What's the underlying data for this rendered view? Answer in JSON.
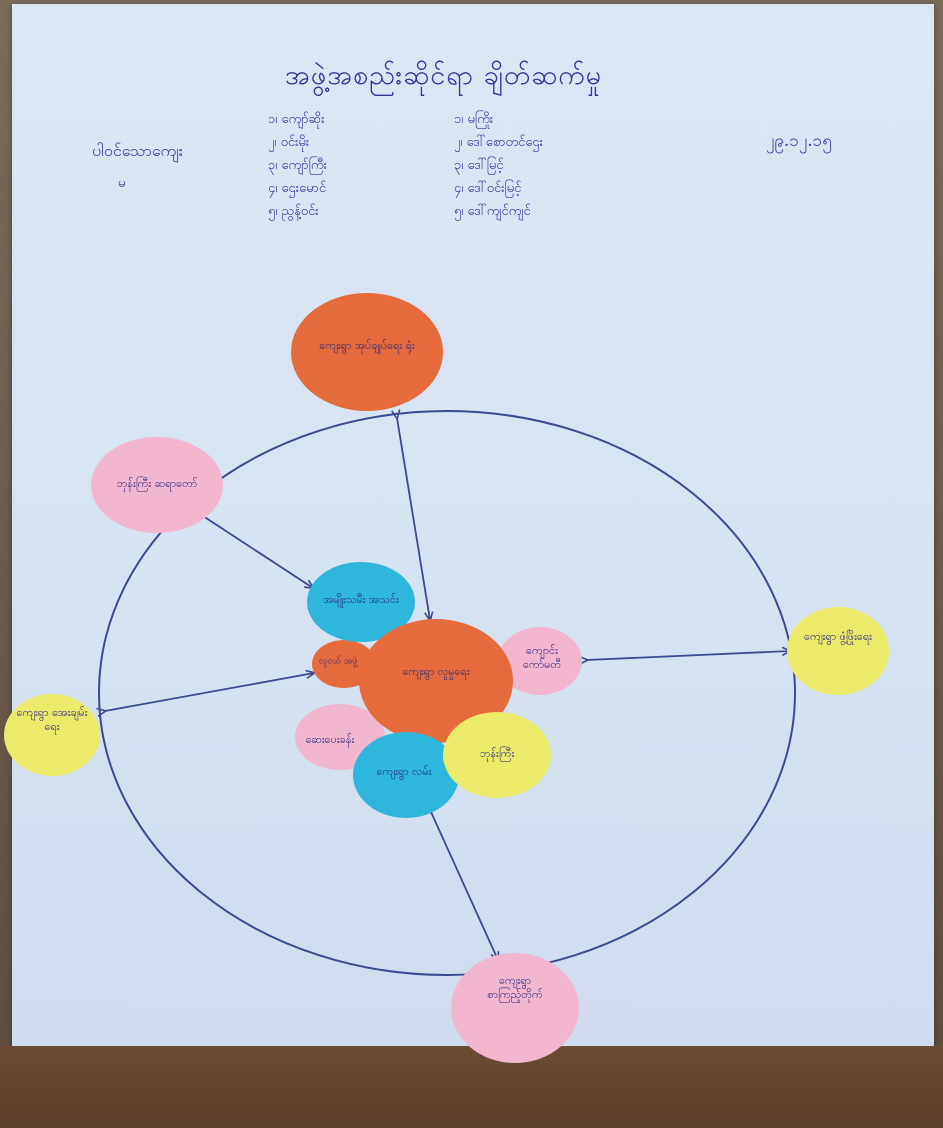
{
  "title": "အဖွဲ့အစည်းဆိုင်ရာ ချိတ်ဆက်မှု",
  "date": "၂၉.၁၂.၁၅",
  "participants_label": "ပါဝင်သောကျေး",
  "participants_sub": "မ",
  "participants_col1": [
    "၁၊ ကျော်ဆိုး",
    "၂၊ ဝင်းမိုး",
    "၃၊ ကျော်ကြီး",
    "၄၊ ဌေးမောင်",
    "၅၊ ညွန့်ဝင်း"
  ],
  "participants_col2": [
    "၁၊ မကြိုး",
    "၂၊ ဒေါ်စောတင်ဌေး",
    "၃၊ ဒေါ်မြင့်",
    "၄၊ ဒေါ်ဝင်းမြင့်",
    "၅၊ ဒေါ်ကျင်ကျင်"
  ],
  "nodes": {
    "top": "ကျေးရွာ အုပ်ချုပ်ရေး ရုံး",
    "upper_left": "ဘုန်းကြီး ဆရာတော်",
    "left": "ကျေးရွာ အေးချမ်းရေး",
    "right": "ကျေးရွာ ဖွံ့ဖြိုးရေး",
    "bottom": "ကျေးရွာ စာကြည့်တိုက်",
    "center": "ကျေးရွာ လူမှုရေး",
    "inner_top": "အမျိုးသမီး အသင်း",
    "inner_left": "လူငယ် အဖွဲ့",
    "inner_right": "ကျောင်း ကော်မတီ",
    "inner_lower_left": "ဆေးပေးခန်း",
    "inner_bottom": "ကျေးရွာ လမ်း",
    "inner_lower_right": "ဘုန်းကြီး"
  },
  "colors": {
    "orange": "#e56a3c",
    "pink": "#f2b6cf",
    "yellow": "#ecea6a",
    "cyan": "#2fb6dc",
    "ink": "#35339a",
    "line": "#3a4a90"
  }
}
